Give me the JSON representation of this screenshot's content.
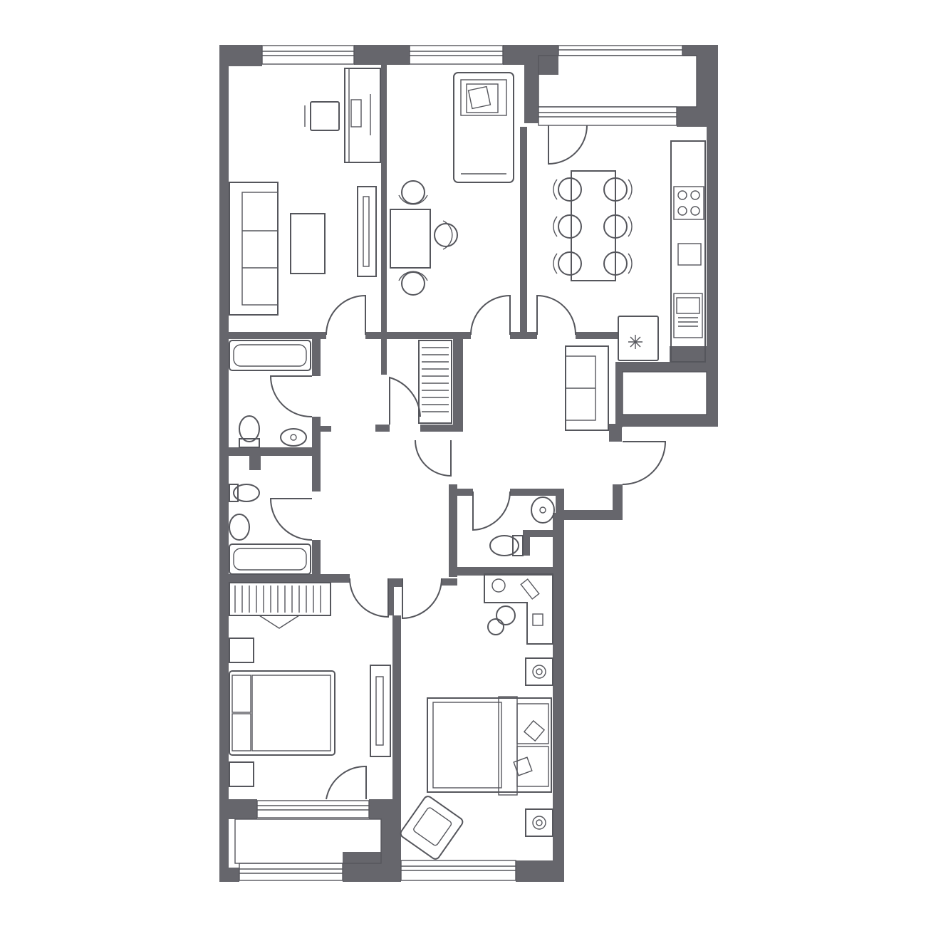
{
  "colors": {
    "wall": "#66666c",
    "line": "#55565c",
    "background": "#ffffff"
  },
  "plan": {
    "kind": "apartment floor plan",
    "rooms": [
      {
        "id": "living-room",
        "furniture": [
          "sofa",
          "coffee-table",
          "tv-stand",
          "desk",
          "office-chair"
        ]
      },
      {
        "id": "study",
        "furniture": [
          "armchair",
          "table",
          "chair",
          "chair",
          "chair"
        ]
      },
      {
        "id": "kitchen-dining",
        "furniture": [
          "dining-table",
          "chair",
          "chair",
          "chair",
          "chair",
          "chair",
          "chair",
          "cooktop",
          "sink",
          "microwave",
          "washing-machine"
        ]
      },
      {
        "id": "loggia-top",
        "furniture": []
      },
      {
        "id": "bathroom-1",
        "furniture": [
          "bathtub",
          "toilet",
          "washbasin"
        ]
      },
      {
        "id": "bathroom-2",
        "furniture": [
          "bathtub",
          "toilet",
          "washbasin"
        ]
      },
      {
        "id": "wardrobe-1",
        "furniture": [
          "wardrobe"
        ]
      },
      {
        "id": "hallway",
        "furniture": [
          "sofa"
        ]
      },
      {
        "id": "wc",
        "furniture": [
          "toilet",
          "washbasin"
        ]
      },
      {
        "id": "bedroom-1",
        "furniture": [
          "double-bed",
          "nightstand",
          "nightstand",
          "tv-stand",
          "wardrobe"
        ]
      },
      {
        "id": "bedroom-2",
        "furniture": [
          "double-bed",
          "nightstand",
          "nightstand",
          "armchair",
          "corner-desk",
          "office-chair"
        ]
      },
      {
        "id": "loggia-bottom",
        "furniture": []
      }
    ]
  }
}
